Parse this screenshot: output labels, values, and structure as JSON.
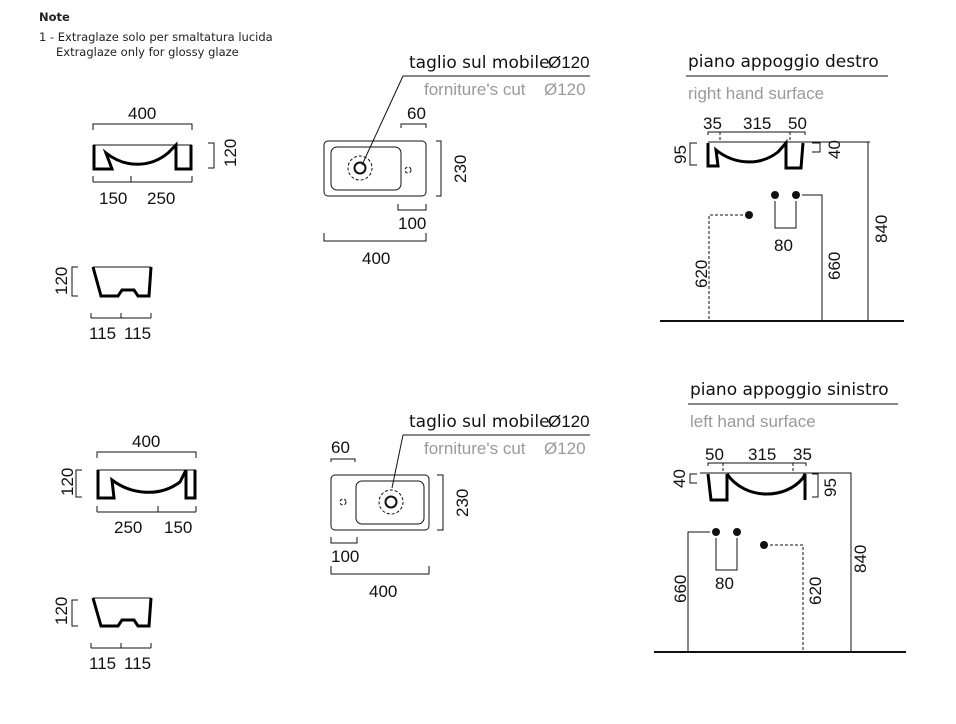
{
  "notes": {
    "heading": "Note",
    "line1": "1 - Extraglaze solo per smaltatura lucida",
    "line2": "Extraglaze only for glossy glaze"
  },
  "dims": {
    "d400": "400",
    "d120": "120",
    "d150": "150",
    "d250": "250",
    "d115": "115",
    "d60": "60",
    "d230": "230",
    "d100": "100",
    "d35": "35",
    "d315": "315",
    "d50": "50",
    "d95": "95",
    "d40": "40",
    "d840": "840",
    "d620": "620",
    "d660": "660",
    "d80": "80"
  },
  "labels": {
    "cut_it": "taglio sul mobile",
    "cut_en": "forniture's cut",
    "cut_diam": "Ø120",
    "right_title": "piano appoggio destro",
    "right_sub": "right hand surface",
    "left_title": "piano appoggio sinistro",
    "left_sub": "left hand surface"
  },
  "colors": {
    "line": "#111111",
    "secondary_text": "#9a9a9a"
  }
}
